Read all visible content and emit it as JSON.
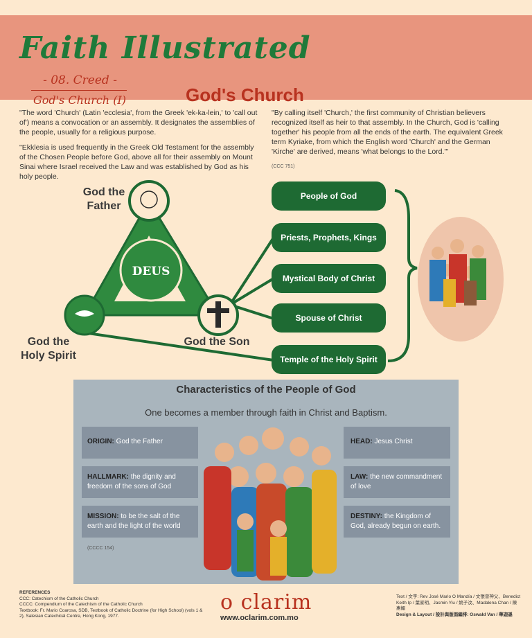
{
  "header": {
    "title": "Faith Illustrated",
    "creed": "- 08. Creed -",
    "subtitle": "God's Church (I)",
    "main_title": "God's Church"
  },
  "intro": {
    "left_p1": "\"The word 'Church' (Latin 'ecclesia', from the Greek 'ek-ka-lein,' to 'call out of') means a convocation or an assembly. It designates the assemblies of the people, usually for a religious purpose.",
    "left_p2": "\"Ekklesia is used frequently in the Greek Old Testament for the assembly of the Chosen People before God, above all for their assembly on Mount Sinai where Israel received the Law and was established by God as his holy people.",
    "right_p1": "\"By calling itself 'Church,' the first community of Christian believers recognized itself as heir to that assembly. In the Church, God is 'calling together' his people from all the ends of the earth. The equivalent Greek term Kyriake, from which the English word 'Church' and the German 'Kirche' are derived, means 'what belongs to the Lord.'\"",
    "right_cite": "(CCC 751)"
  },
  "trinity": {
    "center": "DEUS",
    "father": "God the Father",
    "son": "God the Son",
    "spirit": "God the Holy Spirit"
  },
  "titles": [
    "People of God",
    "Priests, Prophets, Kings",
    "Mystical Body of Christ",
    "Spouse of Christ",
    "Temple of the Holy Spirit"
  ],
  "characteristics": {
    "heading": "Characteristics of the People of God",
    "membership": "One becomes a member through faith in Christ and Baptism.",
    "origin_label": "ORIGIN:",
    "origin": "God the Father",
    "hallmark_label": "HALLMARK:",
    "hallmark": "the dignity and freedom of the sons of God",
    "mission_label": "MISSION:",
    "mission": "to be the salt of the earth and the light of the world",
    "head_label": "HEAD:",
    "head": "Jesus Christ",
    "law_label": "LAW:",
    "law": "the new commandment of love",
    "destiny_label": "DESTINY:",
    "destiny": "the Kingdom of God, already begun on earth.",
    "cite": "(CCCC 154)"
  },
  "references": {
    "heading": "REFERENCES",
    "ccc": "CCC: Catechism of the Catholic Church",
    "cccc": "CCCC: Compendium of the Catechism of the Catholic Church",
    "textbook": "Textbook: Fr. Mario Coarosa, SDB, Textbook of Catholic Doctrine (for High School) (vols 1 & 2), Salesian Catechical Centre, Hong Kong, 1977."
  },
  "footer": {
    "logo": "o clarim",
    "url": "www.oclarim.com.mo",
    "credits_text": "Text / 文字: Rev José Mario O Mandía / 文張曾神父、Benedict Keith Ip / 葉家明、Jasmin Yiu / 姚子汶、Madalena Chan / 陳惠媚",
    "credits_design": "Design & Layout / 設計與版面編排: Oswald Van / 華迦遜"
  },
  "colors": {
    "header_bg": "#e8957e",
    "green": "#1e6a33",
    "red": "#b8321f",
    "page_bg": "#fde9cf",
    "panel_bg": "#a9b5bd"
  }
}
